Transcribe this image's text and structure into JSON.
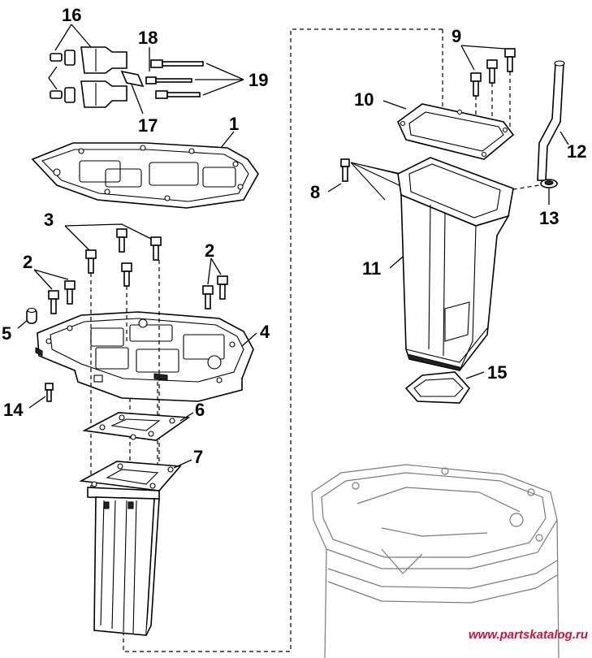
{
  "callouts": [
    {
      "id": "16",
      "label": "16"
    },
    {
      "id": "18",
      "label": "18"
    },
    {
      "id": "19",
      "label": "19"
    },
    {
      "id": "17",
      "label": "17"
    },
    {
      "id": "1",
      "label": "1"
    },
    {
      "id": "3",
      "label": "3"
    },
    {
      "id": "2a",
      "label": "2"
    },
    {
      "id": "2b",
      "label": "2"
    },
    {
      "id": "5",
      "label": "5"
    },
    {
      "id": "4",
      "label": "4"
    },
    {
      "id": "14",
      "label": "14"
    },
    {
      "id": "6",
      "label": "6"
    },
    {
      "id": "7",
      "label": "7"
    },
    {
      "id": "9",
      "label": "9"
    },
    {
      "id": "10",
      "label": "10"
    },
    {
      "id": "12",
      "label": "12"
    },
    {
      "id": "8",
      "label": "8"
    },
    {
      "id": "13",
      "label": "13"
    },
    {
      "id": "11",
      "label": "11"
    },
    {
      "id": "15",
      "label": "15"
    }
  ],
  "watermark": "www.partskatalog.ru",
  "colors": {
    "line": "#000000",
    "background": "#ffffff",
    "watermark": "#d0103a",
    "ghost": "#7a7a7a"
  }
}
